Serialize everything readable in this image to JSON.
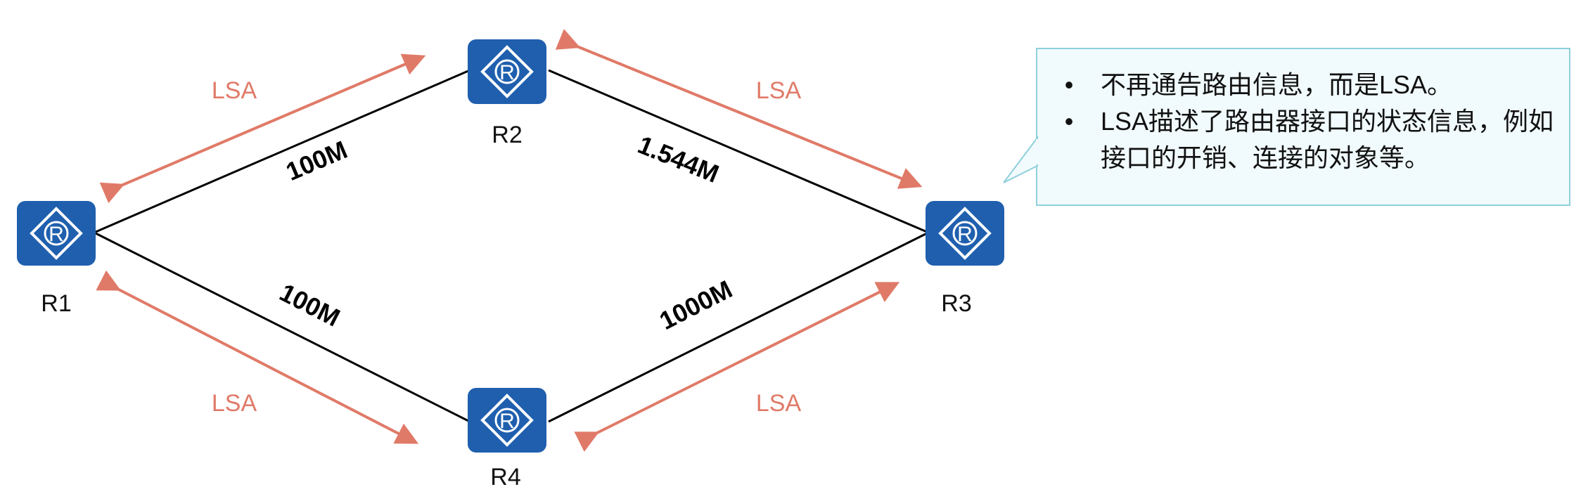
{
  "routers": [
    {
      "id": "R1",
      "label": "R1",
      "icon_letter": "R"
    },
    {
      "id": "R2",
      "label": "R2",
      "icon_letter": "R"
    },
    {
      "id": "R3",
      "label": "R3",
      "icon_letter": "R"
    },
    {
      "id": "R4",
      "label": "R4",
      "icon_letter": "R"
    }
  ],
  "links": [
    {
      "from": "R1",
      "to": "R2",
      "bandwidth": "100M"
    },
    {
      "from": "R2",
      "to": "R3",
      "bandwidth": "1.544M"
    },
    {
      "from": "R1",
      "to": "R4",
      "bandwidth": "100M"
    },
    {
      "from": "R4",
      "to": "R3",
      "bandwidth": "1000M"
    }
  ],
  "lsa_label": "LSA",
  "callout": {
    "bullets": [
      "不再通告路由信息，而是LSA。",
      "LSA描述了路由器接口的状态信息，例如接口的开销、连接的对象等。"
    ]
  },
  "colors": {
    "router_blue": "#1f5fae",
    "lsa_arrow": "#e07a68",
    "callout_border": "#8fd0dc",
    "callout_fill": "#f1fafc"
  },
  "icons": [
    "router-icon"
  ]
}
